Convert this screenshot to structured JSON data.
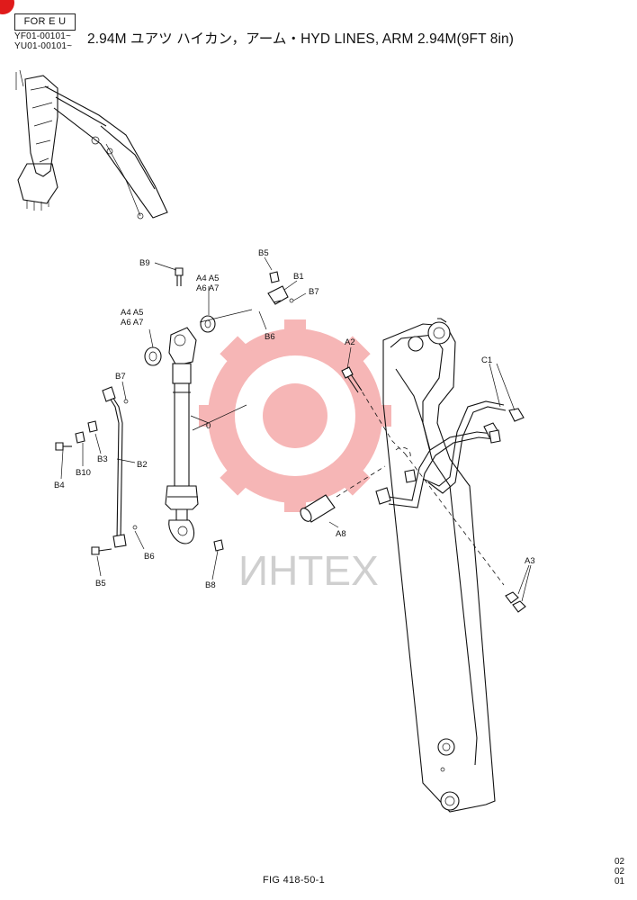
{
  "header": {
    "region_box": "FOR E U",
    "serials": [
      "YF01-00101~",
      "YU01-00101~"
    ],
    "title": "2.94M ユアツ ハイカン，アーム・HYD LINES, ARM 2.94M(9FT 8in)"
  },
  "watermark": {
    "text": "ИНТЕХ",
    "color": "#f07b7b"
  },
  "callouts": {
    "b9": "B9",
    "a4a5_upper": "A4 A5",
    "a6a7_upper": "A6 A7",
    "a4a5_left": "A4 A5",
    "a6a7_left": "A6 A7",
    "b5_top": "B5",
    "b1": "B1",
    "b7_top": "B7",
    "b6_top": "B6",
    "b7_left": "B7",
    "o": "0",
    "b3": "B3",
    "b2": "B2",
    "b4": "B4",
    "b10": "B10",
    "b6_lower": "B6",
    "b8": "B8",
    "b5_lower": "B5",
    "a2": "A2",
    "a8": "A8",
    "c1": "C1",
    "a3": "A3"
  },
  "footer": {
    "fig_label": "FIG 418-50-1",
    "edge_codes": [
      "02",
      "02",
      "01"
    ]
  }
}
